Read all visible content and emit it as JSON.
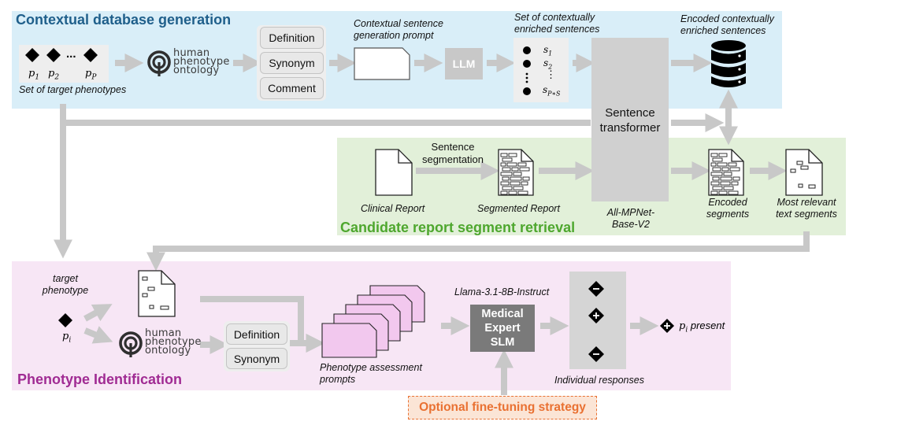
{
  "sections": {
    "contextual": "Contextual database generation",
    "retrieval": "Candidate report segment retrieval",
    "identification": "Phenotype Identification",
    "finetune": "Optional fine-tuning strategy"
  },
  "colors": {
    "contextual_bg": "#d9eef8",
    "contextual_title": "#1f5f8b",
    "retrieval_bg": "#e2f0d9",
    "retrieval_title": "#4ea72e",
    "identification_bg": "#f7e6f5",
    "identification_title": "#a02b93",
    "finetune_text": "#e97132",
    "arrow": "#c8c8c8"
  },
  "contextual": {
    "phenotypes": {
      "p1": "p",
      "p1_sub": "1",
      "p2": "p",
      "p2_sub": "2",
      "pP": "p",
      "pP_sub": "P",
      "dots": "...",
      "caption": "Set of target phenotypes"
    },
    "hpo": [
      "human",
      "phenotype",
      "ontology"
    ],
    "fields": [
      "Definition",
      "Synonym",
      "Comment"
    ],
    "prompt_caption": [
      "Contextual sentence",
      "generation prompt"
    ],
    "llm": "LLM",
    "sentences_caption": [
      "Set of contextually",
      "enriched sentences"
    ],
    "sentences": {
      "s1": "s",
      "s1_sub": "1",
      "s2": "s",
      "s2_sub": "2",
      "vdots": "⋮",
      "sPS": "s",
      "sPS_sub": "P∗S"
    },
    "encoded_caption": [
      "Encoded contextually",
      "enriched sentences"
    ]
  },
  "transformer": {
    "label": [
      "Sentence",
      "transformer"
    ],
    "model": [
      "All-MPNet-",
      "Base-V2"
    ]
  },
  "retrieval": {
    "clinical_report": "Clinical Report",
    "segmentation": [
      "Sentence",
      "segmentation"
    ],
    "segmented_report": "Segmented Report",
    "encoded_segments": [
      "Encoded",
      "segments"
    ],
    "relevant_segments": [
      "Most relevant",
      "text segments"
    ]
  },
  "identification": {
    "target_caption": [
      "target",
      "phenotype"
    ],
    "target_symbol": "p",
    "target_sub": "i",
    "hpo": [
      "human",
      "phenotype",
      "ontology"
    ],
    "fields": [
      "Definition",
      "Synonym"
    ],
    "prompts_caption": [
      "Phenotype assessment",
      "prompts"
    ],
    "model_name": "Llama-3.1-8B-Instruct",
    "slm": [
      "Medical",
      "Expert",
      "SLM"
    ],
    "responses_caption": "Individual responses",
    "present_symbol": "p",
    "present_sub": "i",
    "present_text": "present"
  }
}
